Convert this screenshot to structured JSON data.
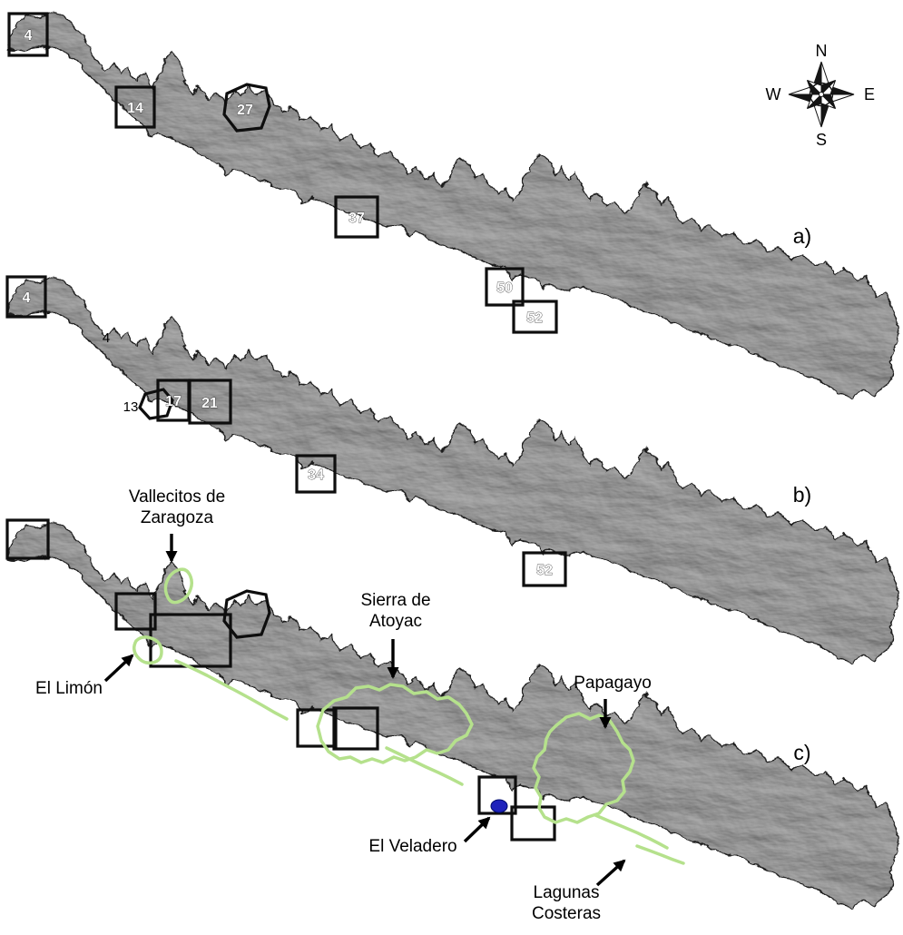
{
  "compass": {
    "north": "N",
    "south": "S",
    "east": "E",
    "west": "W"
  },
  "panels": {
    "a": {
      "label": "a)",
      "sites": [
        "4",
        "14",
        "27",
        "37",
        "50",
        "52"
      ]
    },
    "b": {
      "label": "b)",
      "sites": [
        "4",
        "17",
        "21",
        "34",
        "52"
      ],
      "small_labels": [
        "4",
        "13"
      ]
    },
    "c": {
      "label": "c)"
    }
  },
  "places": {
    "vallecitos": {
      "line1": "Vallecitos de",
      "line2": "Zaragoza"
    },
    "el_limon": {
      "label": "El Limón"
    },
    "sierra_atoyac": {
      "line1": "Sierra de",
      "line2": "Atoyac"
    },
    "papagayo": {
      "label": "Papagayo"
    },
    "el_veladero": {
      "label": "El Veladero"
    },
    "lagunas_costeras": {
      "line1": "Lagunas",
      "line2": "Costeras"
    }
  },
  "colors": {
    "land": "#b4b4b4",
    "land_outline": "#232323",
    "site_outline": "#0e0e0e",
    "protected_area": "#b5e18c",
    "water_body": "#1e22bb",
    "text": "#000000"
  }
}
